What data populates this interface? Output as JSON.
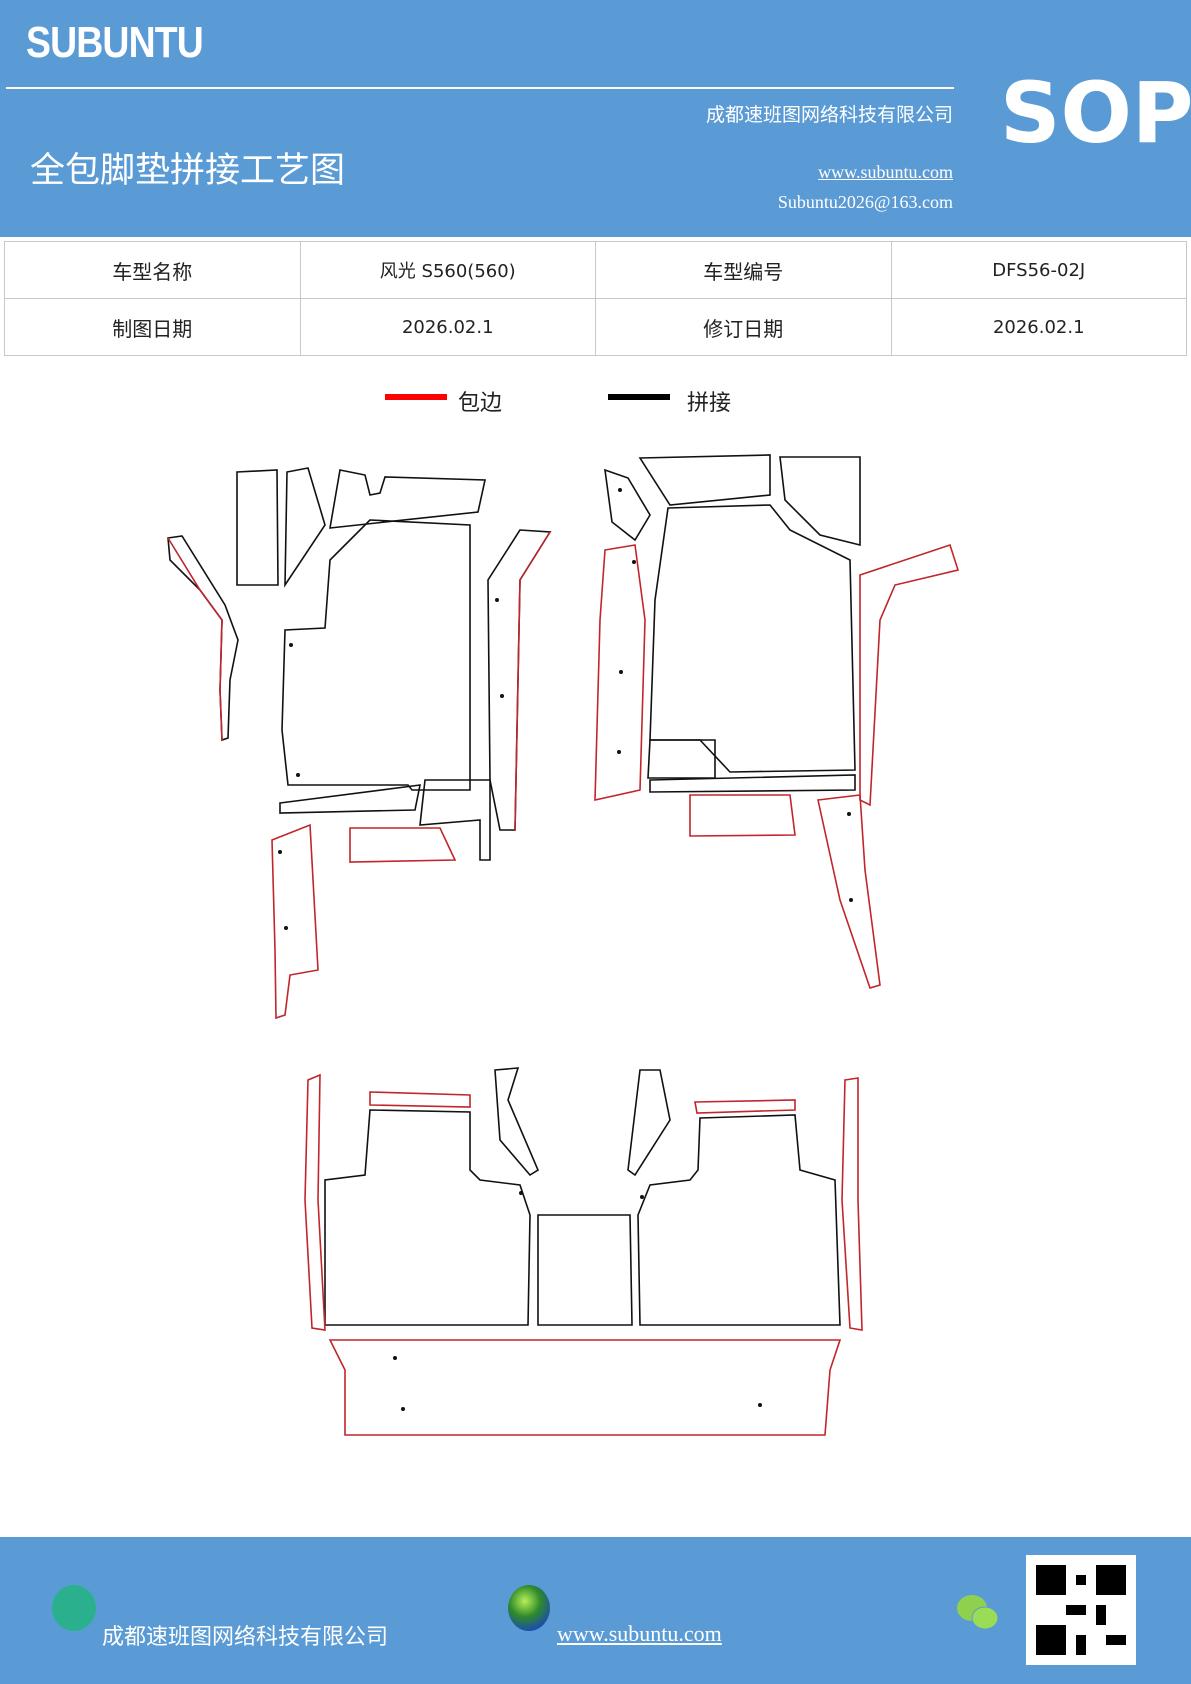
{
  "header": {
    "brand": "SUBUNTU",
    "badge": "SOP",
    "company": "成都速班图网络科技有限公司",
    "title": "全包脚垫拼接工艺图",
    "website": "www.subuntu.com",
    "email": "Subuntu2026@163.com"
  },
  "info_table": {
    "rows": [
      [
        "车型名称",
        "风光 S560(560)",
        "车型编号",
        "DFS56-02J"
      ],
      [
        "制图日期",
        "2026.02.1",
        "修订日期",
        "2026.02.1"
      ]
    ]
  },
  "legend": [
    {
      "label": "包边",
      "color": "#ff0000"
    },
    {
      "label": "拼接",
      "color": "#000000"
    }
  ],
  "footer": {
    "company": "成都速班图网络科技有限公司",
    "website": "www.subuntu.com ",
    "icons": [
      "building-icon",
      "globe-icon",
      "wechat-icon",
      "qr-code"
    ]
  }
}
